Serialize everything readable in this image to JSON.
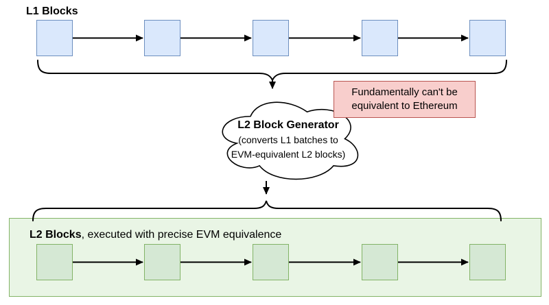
{
  "header": {
    "l1_label": "L1 Blocks"
  },
  "l1_chain": {
    "block_count": 5
  },
  "generator": {
    "title": "L2 Block Generator",
    "subtitle_line1": "(converts L1 batches to",
    "subtitle_line2": "EVM-equivalent L2 blocks)"
  },
  "warning": {
    "line1": "Fundamentally can't be",
    "line2": "equivalent to Ethereum"
  },
  "l2_section": {
    "label_bold": "L2 Blocks",
    "label_rest": ", executed with precise EVM equivalence",
    "block_count": 5
  },
  "colors": {
    "l1_block_fill": "#dae8fc",
    "l1_block_stroke": "#6c8ebf",
    "l2_block_fill": "#d5e8d4",
    "l2_block_stroke": "#82b366",
    "l2_container_fill": "#e9f5e5",
    "warning_fill": "#f8cecc",
    "warning_stroke": "#b85450",
    "connector": "#000000",
    "background": "#ffffff"
  }
}
